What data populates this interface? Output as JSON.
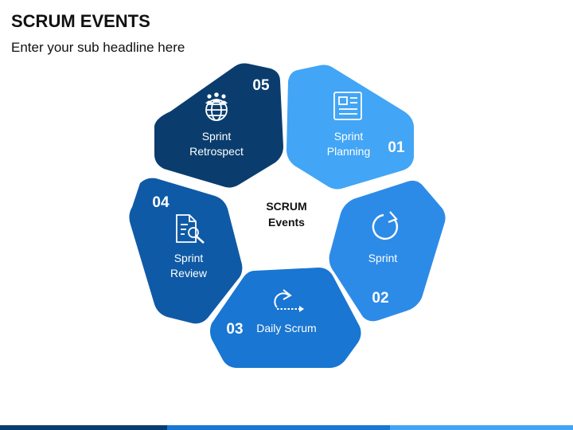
{
  "header": {
    "title": "SCRUM EVENTS",
    "subtitle": "Enter your sub headline here"
  },
  "center": {
    "line1": "SCRUM",
    "line2": "Events"
  },
  "segments": [
    {
      "number": "01",
      "line1": "Sprint",
      "line2": "Planning",
      "icon": "document-icon",
      "color": "#42a5f5"
    },
    {
      "number": "02",
      "line1": "Sprint",
      "line2": "",
      "icon": "refresh-icon",
      "color": "#2d8be8"
    },
    {
      "number": "03",
      "line1": "Daily Scrum",
      "line2": "",
      "icon": "loop-arrow-icon",
      "color": "#1976d2"
    },
    {
      "number": "04",
      "line1": "Sprint",
      "line2": "Review",
      "icon": "document-search-icon",
      "color": "#0f5aa6"
    },
    {
      "number": "05",
      "line1": "Sprint",
      "line2": "Retrospect",
      "icon": "team-globe-icon",
      "color": "#0a3d6e"
    }
  ],
  "footer_colors": [
    "#0a3d6e",
    "#1976d2",
    "#42a5f5"
  ]
}
